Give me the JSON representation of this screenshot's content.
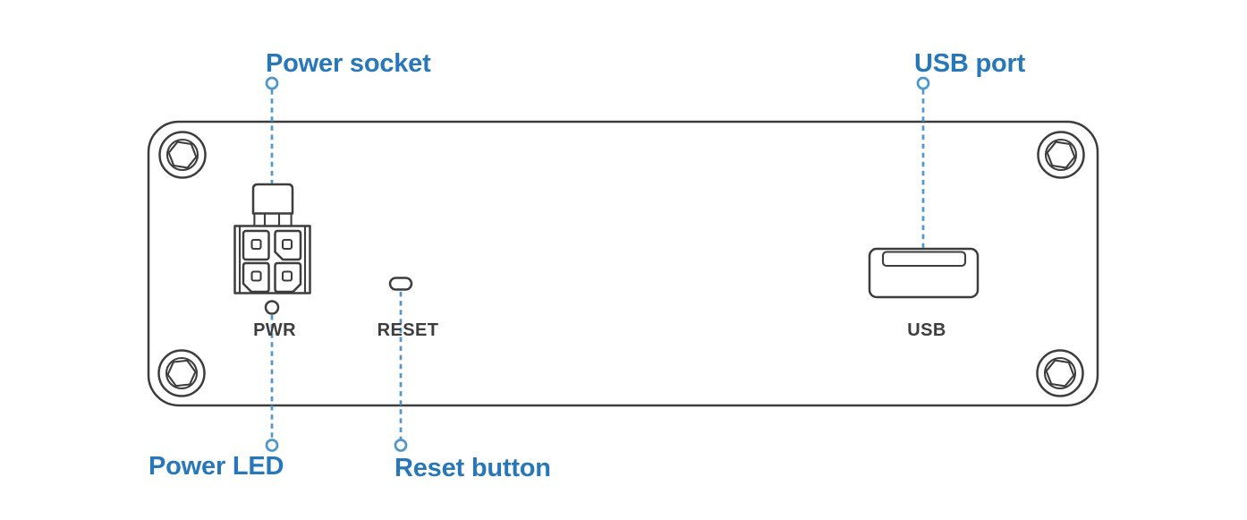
{
  "callouts": {
    "power_socket": "Power socket",
    "usb_port": "USB port",
    "power_led": "Power LED",
    "reset_button": "Reset button"
  },
  "ports": {
    "power": "PWR",
    "reset": "RESET",
    "usb": "USB"
  },
  "colors": {
    "callout_text": "#2878b9",
    "leader_line": "#4f97cd",
    "outline": "#3d3d3d",
    "port_label": "#3d3d3d",
    "background": "#ffffff"
  }
}
